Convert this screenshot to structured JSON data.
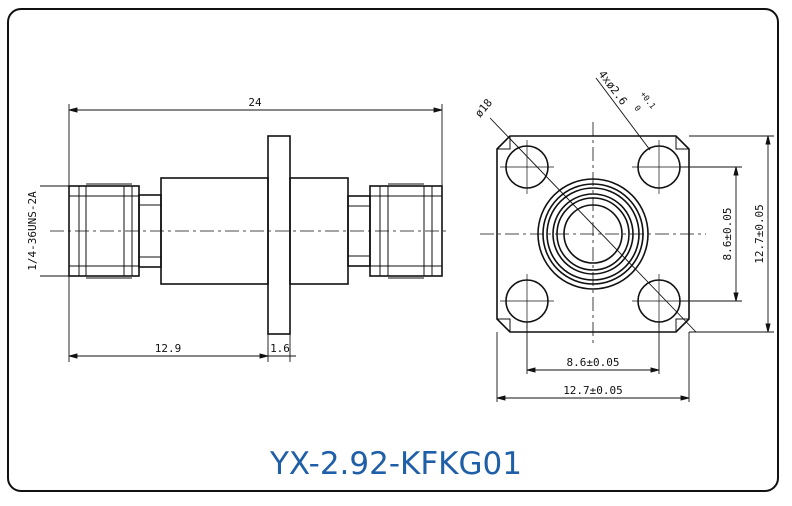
{
  "side_view": {
    "length_total": "24",
    "length_body": "12.9",
    "flange_thickness": "1.6",
    "thread_spec": "1/4-36UNS-2A"
  },
  "flange_view": {
    "hole_spec": "4xø2.6",
    "hole_tolerance_plus": "+0.1",
    "hole_tolerance_minus": "0",
    "circle_diameter": "ø18",
    "hole_spacing_h": "8.6±0.05",
    "flange_width": "12.7±0.05",
    "hole_spacing_v": "8.6±0.05",
    "flange_height": "12.7±0.05"
  },
  "caption": "YX-2.92-KFKG01",
  "colors": {
    "caption": "#1f5fa8",
    "line": "#111111"
  }
}
